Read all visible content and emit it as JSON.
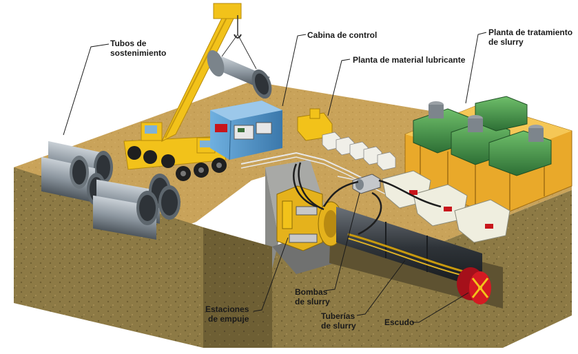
{
  "labels": {
    "tubos": "Tubos de\nsostenimiento",
    "cabina": "Cabina de control",
    "lubricante": "Planta de material lubricante",
    "planta_slurry": "Planta de tratamiento\nde slurry",
    "estaciones": "Estaciones\nde empuje",
    "bombas": "Bombas\nde slurry",
    "tuberias": "Tuberías\nde slurry",
    "escudo": "Escudo"
  },
  "colors": {
    "ground_top": "#c9a35a",
    "soil": "#8d7a45",
    "crane_yellow": "#f2c21a",
    "container_blue": "#4a8fc4",
    "tank_green": "#3f8f4a",
    "shield_red": "#c8151b",
    "pipe_gray": "#8d97a0"
  }
}
